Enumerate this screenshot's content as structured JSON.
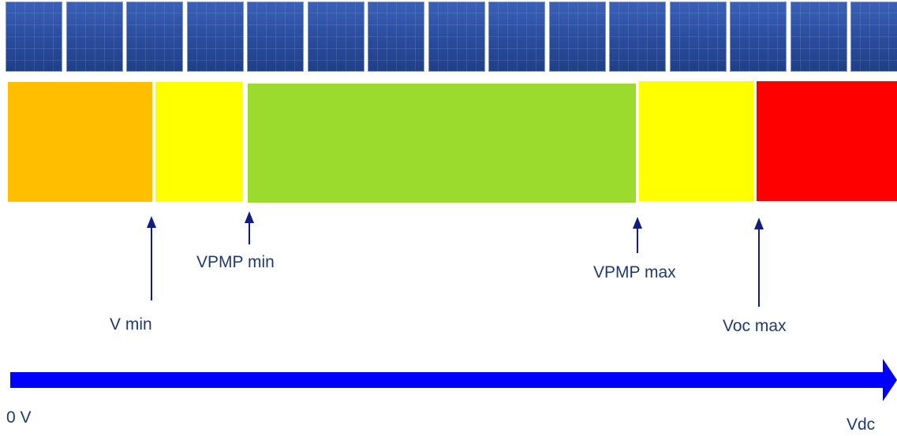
{
  "panel_count": 15,
  "zone_colors": {
    "below_vmin": "#ffbf00",
    "vmin_to_vpmp": "#ffff00",
    "mpp_range": "#9bdb2e",
    "vpmp_to_voc": "#ffff00",
    "above_voc": "#ff0000"
  },
  "labels": {
    "v_min": "V min",
    "vpmp_min": "VPMP min",
    "vpmp_max": "VPMP max",
    "voc_max": "Voc max",
    "zero": "0 V",
    "vdc": "Vdc"
  },
  "colors": {
    "marker_arrow": "#0f1e80",
    "axis_arrow": "#0000ff",
    "label_text": "#1f3a6e"
  }
}
